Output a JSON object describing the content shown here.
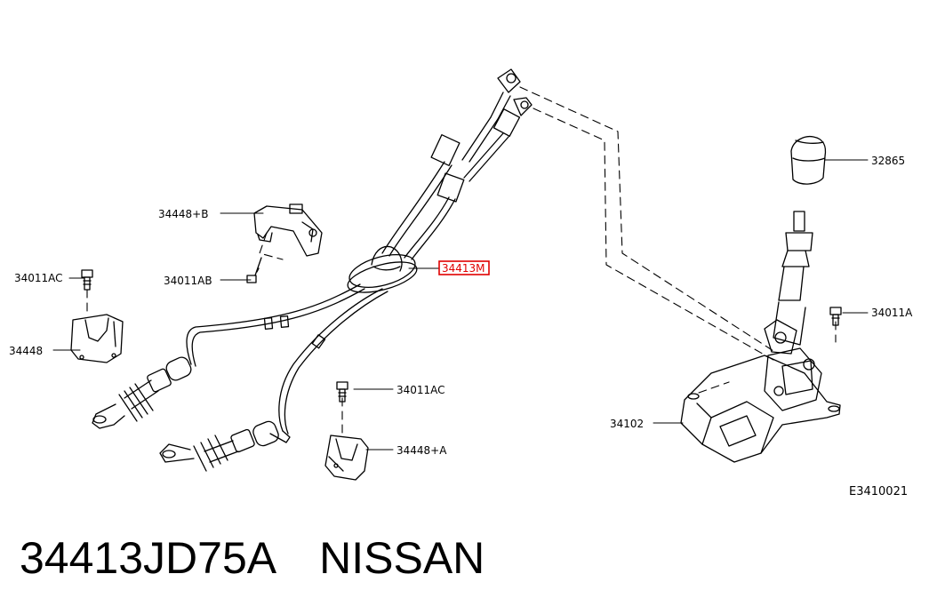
{
  "diagram": {
    "code": "E3410021",
    "highlight_color": "#e00000",
    "parts": [
      {
        "id": "34413M",
        "label": "34413M"
      },
      {
        "id": "32865",
        "label": "32865"
      },
      {
        "id": "34448+B",
        "label": "34448+B"
      },
      {
        "id": "34011AB",
        "label": "34011AB"
      },
      {
        "id": "34011AC-left",
        "label": "34011AC"
      },
      {
        "id": "34448",
        "label": "34448"
      },
      {
        "id": "34011A",
        "label": "34011A"
      },
      {
        "id": "34011AC-center",
        "label": "34011AC"
      },
      {
        "id": "34102",
        "label": "34102"
      },
      {
        "id": "34448+A",
        "label": "34448+A"
      }
    ]
  },
  "caption": {
    "part_number": "34413JD75A",
    "brand": "NISSAN"
  }
}
